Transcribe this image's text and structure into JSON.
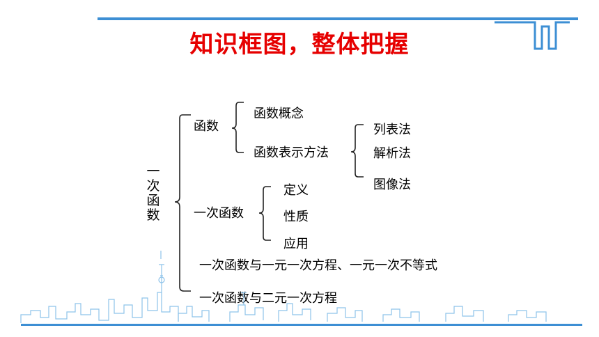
{
  "title": "知识框图，整体把握",
  "root": "一次函数",
  "nodes": {
    "hanshu": "函数",
    "hanshu_gainian": "函数概念",
    "hanshu_biaoshi": "函数表示方法",
    "liebiaofa": "列表法",
    "jiexifa": "解析法",
    "tuxiangfa": "图像法",
    "yici": "一次函数",
    "dingyi": "定义",
    "xingzhi": "性质",
    "yingyong": "应用",
    "fangcheng_budengshi": "一次函数与一元一次方程、一元一次不等式",
    "fangchengzu": "一次函数与二元一次方程"
  },
  "colors": {
    "accent": "#3d8fd4",
    "title": "#e60000"
  }
}
